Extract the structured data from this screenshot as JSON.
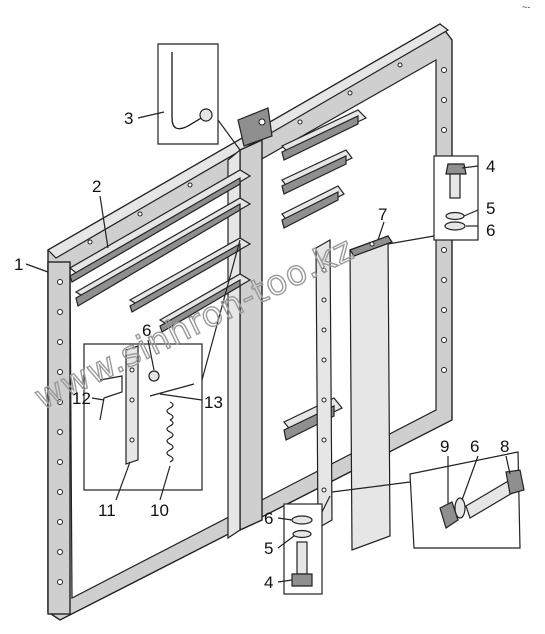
{
  "corner_mark": "~-",
  "watermark": "www.sinhron-too.kz",
  "callouts": {
    "c1": "1",
    "c2": "2",
    "c3": "3",
    "c4a": "4",
    "c5a": "5",
    "c6a": "6",
    "c7": "7",
    "c6b": "6",
    "c12": "12",
    "c13": "13",
    "c11": "11",
    "c10": "10",
    "c9": "9",
    "c6c": "6",
    "c8": "8",
    "c6d": "6",
    "c5b": "5",
    "c4b": "4"
  }
}
